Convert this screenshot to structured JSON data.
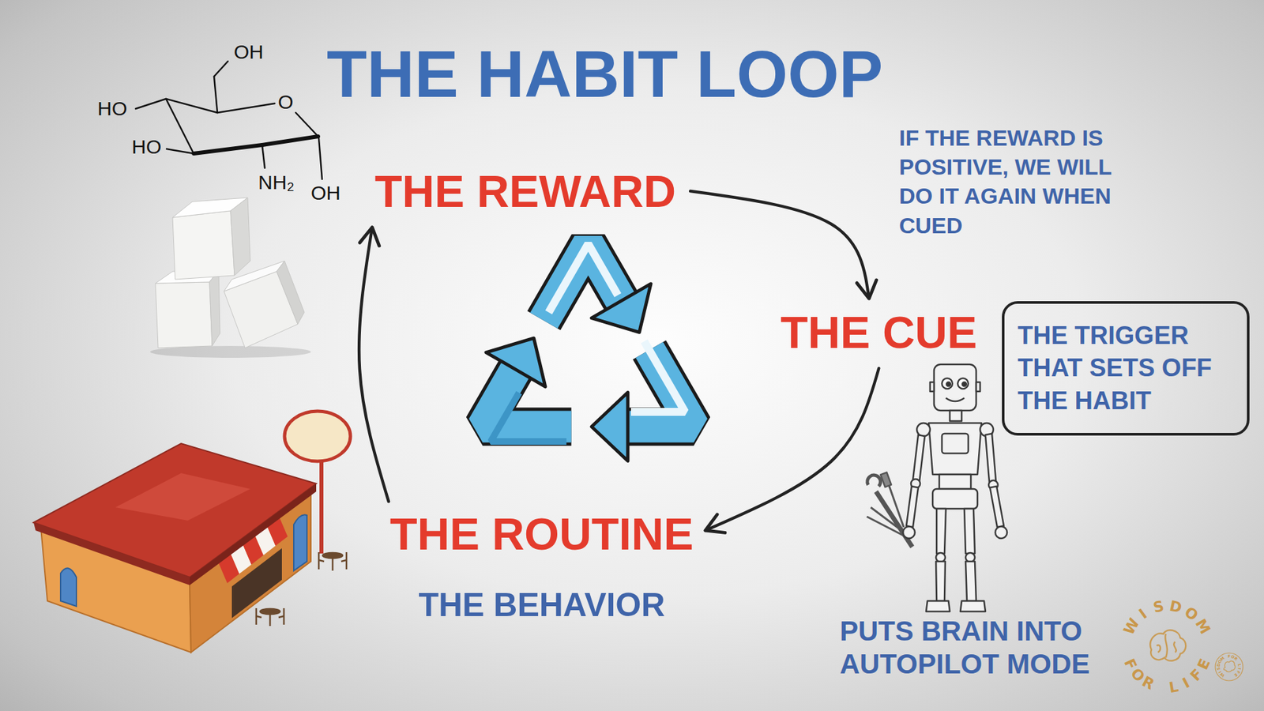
{
  "diagram": {
    "title": "THE HABIT LOOP",
    "nodes": [
      {
        "text": [
          "THE REWARD"
        ]
      },
      {
        "text": [
          "THE CUE"
        ]
      },
      {
        "text": [
          "THE TRIGGER THAT SETS OFF THE HABIT"
        ]
      },
      {
        "text": [
          "THE ROUTINE",
          "THE BEHAVIOR"
        ]
      }
    ],
    "edges": [
      {
        "from": 0,
        "to": 1,
        "arrow": "to"
      },
      {
        "from": 1,
        "to": 3,
        "arrow": "to"
      },
      {
        "from": 3,
        "to": 0,
        "arrow": "to"
      }
    ],
    "labels": [
      "OH",
      "HO",
      "O",
      "HO",
      "NH₂",
      "OH",
      "IF THE REWARD IS POSITIVE, WE WILL DO IT AGAIN WHEN CUED",
      "PUTS BRAIN INTO AUTOPILOT MODE",
      "WISDOM",
      "FOR LIFE",
      "WISDOM FOR LIFE"
    ]
  }
}
